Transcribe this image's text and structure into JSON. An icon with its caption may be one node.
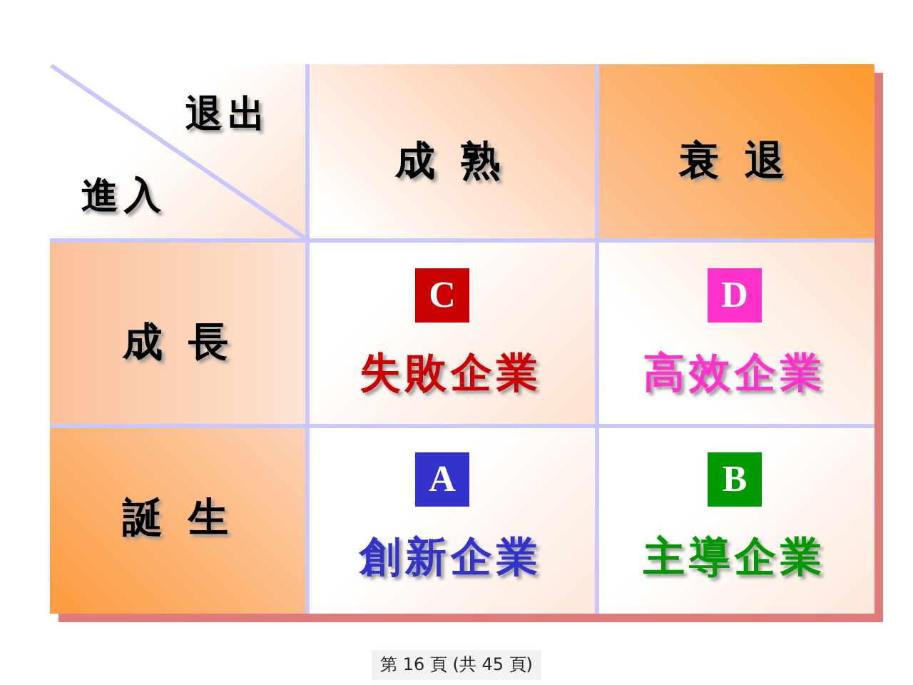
{
  "diagram": {
    "labels": [
      "退出",
      "進入",
      "成 熟",
      "衰 退",
      "成 長",
      "C",
      "失敗企業",
      "D",
      "高效企業",
      "誕 生",
      "A",
      "創新企業",
      "B",
      "主導企業",
      "第 16 頁 (共 45 頁)"
    ]
  }
}
